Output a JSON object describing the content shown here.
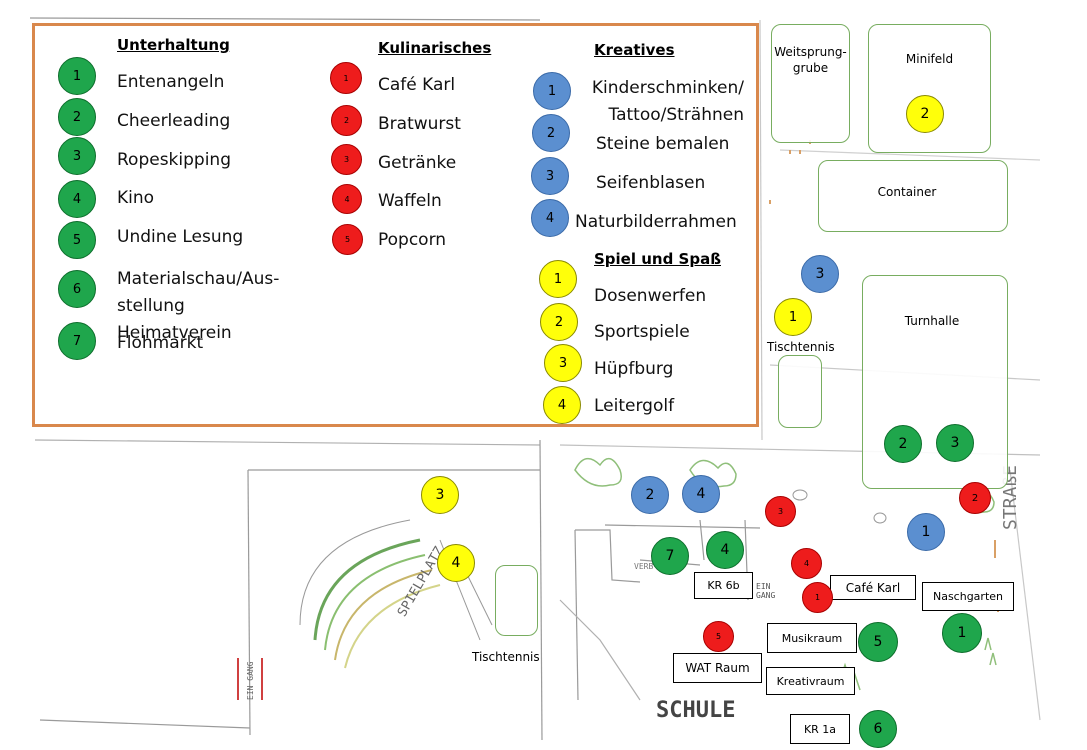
{
  "legend": {
    "unterhaltung": {
      "heading": "Unterhaltung",
      "items": [
        {
          "num": "1",
          "label": "Entenangeln"
        },
        {
          "num": "2",
          "label": "Cheerleading"
        },
        {
          "num": "3",
          "label": "Ropeskipping"
        },
        {
          "num": "4",
          "label": "Kino"
        },
        {
          "num": "5",
          "label": "Undine Lesung"
        },
        {
          "num": "6",
          "label": "Materialschau/Aus-stellung Heimatverein"
        },
        {
          "num": "7",
          "label": "Flohmarkt"
        }
      ]
    },
    "kulinarisches": {
      "heading": "Kulinarisches",
      "items": [
        {
          "num": "1",
          "label": "Café Karl"
        },
        {
          "num": "2",
          "label": "Bratwurst"
        },
        {
          "num": "3",
          "label": "Getränke"
        },
        {
          "num": "4",
          "label": "Waffeln"
        },
        {
          "num": "5",
          "label": "Popcorn"
        }
      ]
    },
    "kreatives": {
      "heading": "Kreatives",
      "items": [
        {
          "num": "1",
          "label": "Kinderschminken/ Tattoo/Strähnen"
        },
        {
          "num": "2",
          "label": "Steine bemalen"
        },
        {
          "num": "3",
          "label": "Seifenblasen"
        },
        {
          "num": "4",
          "label": "Naturbilderrahmen"
        }
      ]
    },
    "spiel": {
      "heading": "Spiel und Spaß",
      "items": [
        {
          "num": "1",
          "label": "Dosenwerfen"
        },
        {
          "num": "2",
          "label": "Sportspiele"
        },
        {
          "num": "3",
          "label": "Hüpfburg"
        },
        {
          "num": "4",
          "label": "Leitergolf"
        }
      ]
    }
  },
  "map": {
    "areas": {
      "weitsprung": "Weitsprung-grube",
      "minifeld": "Minifeld",
      "container": "Container",
      "turnhalle": "Turnhalle"
    },
    "labels": {
      "tischtennis_top": "Tischtennis",
      "tischtennis_bottom": "Tischtennis"
    },
    "rooms": {
      "kr6b": "KR 6b",
      "cafe_karl": "Café Karl",
      "naschgarten": "Naschgarten",
      "musikraum": "Musikraum",
      "wat_raum": "WAT Raum",
      "kreativraum": "Kreativraum",
      "kr1a": "KR 1a"
    },
    "sketch_text": {
      "schule": "SCHULE",
      "strasse": "STRAßE",
      "spielplatz": "SPIELPLATZ",
      "eingang_left": "EIN GANG",
      "eingang_center": "EIN GANG",
      "verb": "VERB"
    },
    "markers": {
      "minifeld": "2",
      "seifenblasen": "3",
      "dosenwerfen": "1",
      "turnhalle_cheer": "2",
      "turnhalle_rope": "3",
      "huepfburg": "3",
      "leitergolf": "4",
      "steine": "2",
      "naturbilder": "4",
      "getraenke": "3",
      "bratwurst": "2",
      "schminken": "1",
      "flohmarkt": "7",
      "kino": "4",
      "waffeln": "4",
      "cafe": "1",
      "popcorn": "5",
      "lesung": "5",
      "entenangeln": "1",
      "heimatverein": "6"
    }
  },
  "colors": {
    "legend_border": "#d9884c",
    "unterhaltung": "#1fa64c",
    "kulinarisches": "#ee1c1c",
    "kreatives": "#5b8fd0",
    "spiel": "#ffff0a",
    "area_border": "#78ad60"
  },
  "icons": {
    "unterhaltung": "green-circle-marker",
    "kulinarisches": "red-circle-marker",
    "kreatives": "blue-circle-marker",
    "spiel": "yellow-circle-marker"
  }
}
